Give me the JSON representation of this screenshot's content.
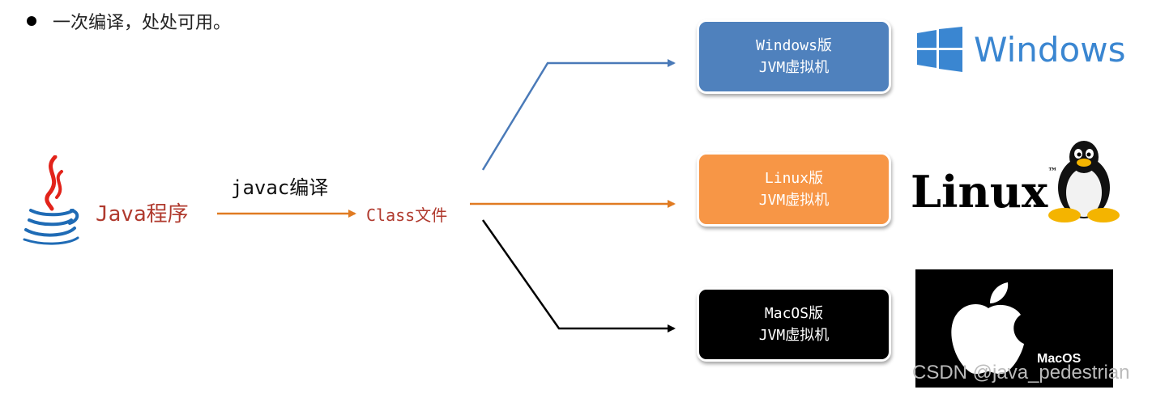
{
  "bullet": {
    "text": "一次编译，处处可用。"
  },
  "source": {
    "label": "Java程序",
    "icon": "java-logo-icon"
  },
  "compile_step": {
    "label": "javac编译"
  },
  "output": {
    "label": "Class文件"
  },
  "targets": [
    {
      "line1": "Windows版",
      "line2": "JVM虚拟机",
      "color": "#4f81bd"
    },
    {
      "line1": "Linux版",
      "line2": "JVM虚拟机",
      "color": "#f79646"
    },
    {
      "line1": "MacOS版",
      "line2": "JVM虚拟机",
      "color": "#000000"
    }
  ],
  "logos": {
    "windows": {
      "text": "Windows",
      "icon": "windows-logo-icon",
      "color": "#3a86d1"
    },
    "linux": {
      "text": "Linux",
      "tm": "™",
      "icon": "tux-icon"
    },
    "macos": {
      "text": "MacOS",
      "icon": "apple-logo-icon"
    }
  },
  "watermark": "CSDN @java_pedestrian",
  "colors": {
    "arrow_orange": "#e07b22",
    "arrow_blue": "#4a7ab8",
    "arrow_black": "#000000",
    "java_red": "#b03a2e"
  }
}
